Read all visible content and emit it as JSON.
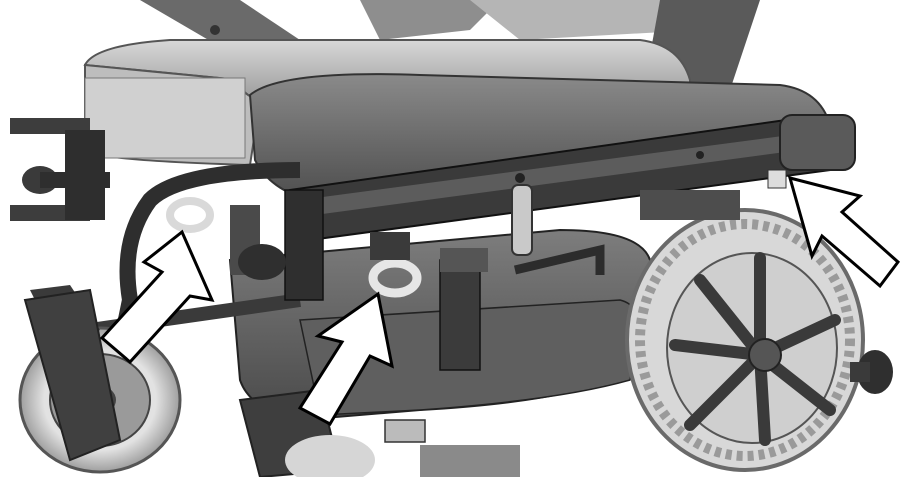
{
  "figure": {
    "subject": "power-wheelchair-tie-down-points",
    "arrows": [
      {
        "name": "arrow-left-front",
        "points_to": "front-frame-hook"
      },
      {
        "name": "arrow-center",
        "points_to": "center-frame-hook"
      },
      {
        "name": "arrow-right-rear",
        "points_to": "rear-frame-hook"
      }
    ],
    "colors": {
      "background": "#ffffff",
      "body_dark": "#4a4a4a",
      "body_mid": "#6e6e6e",
      "body_light": "#9a9a9a",
      "highlight": "#c8c8c8",
      "tire": "#bdbdbd",
      "arrow_fill": "#ffffff",
      "arrow_stroke": "#000000"
    }
  }
}
